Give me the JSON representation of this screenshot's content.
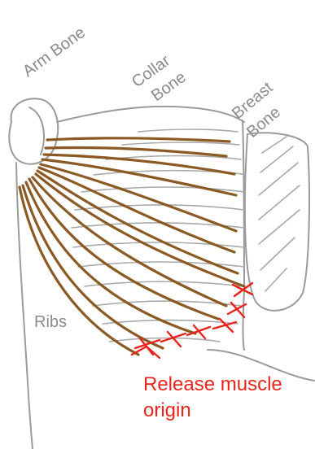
{
  "labels": {
    "arm_bone": "Arm Bone",
    "collar_bone_line1": "Collar",
    "collar_bone_line2": "Bone",
    "breast_bone_line1": "Breast",
    "breast_bone_line2": "Bone",
    "ribs": "Ribs",
    "note_line1": "Release muscle",
    "note_line2": "origin"
  },
  "colors": {
    "outline": "#9a9a9a",
    "muscle": "#8b5a24",
    "release": "#e8241b",
    "label": "#8a8a8a"
  },
  "icons": [
    "arm-bone-head-icon",
    "release-cut-mark-icon"
  ]
}
